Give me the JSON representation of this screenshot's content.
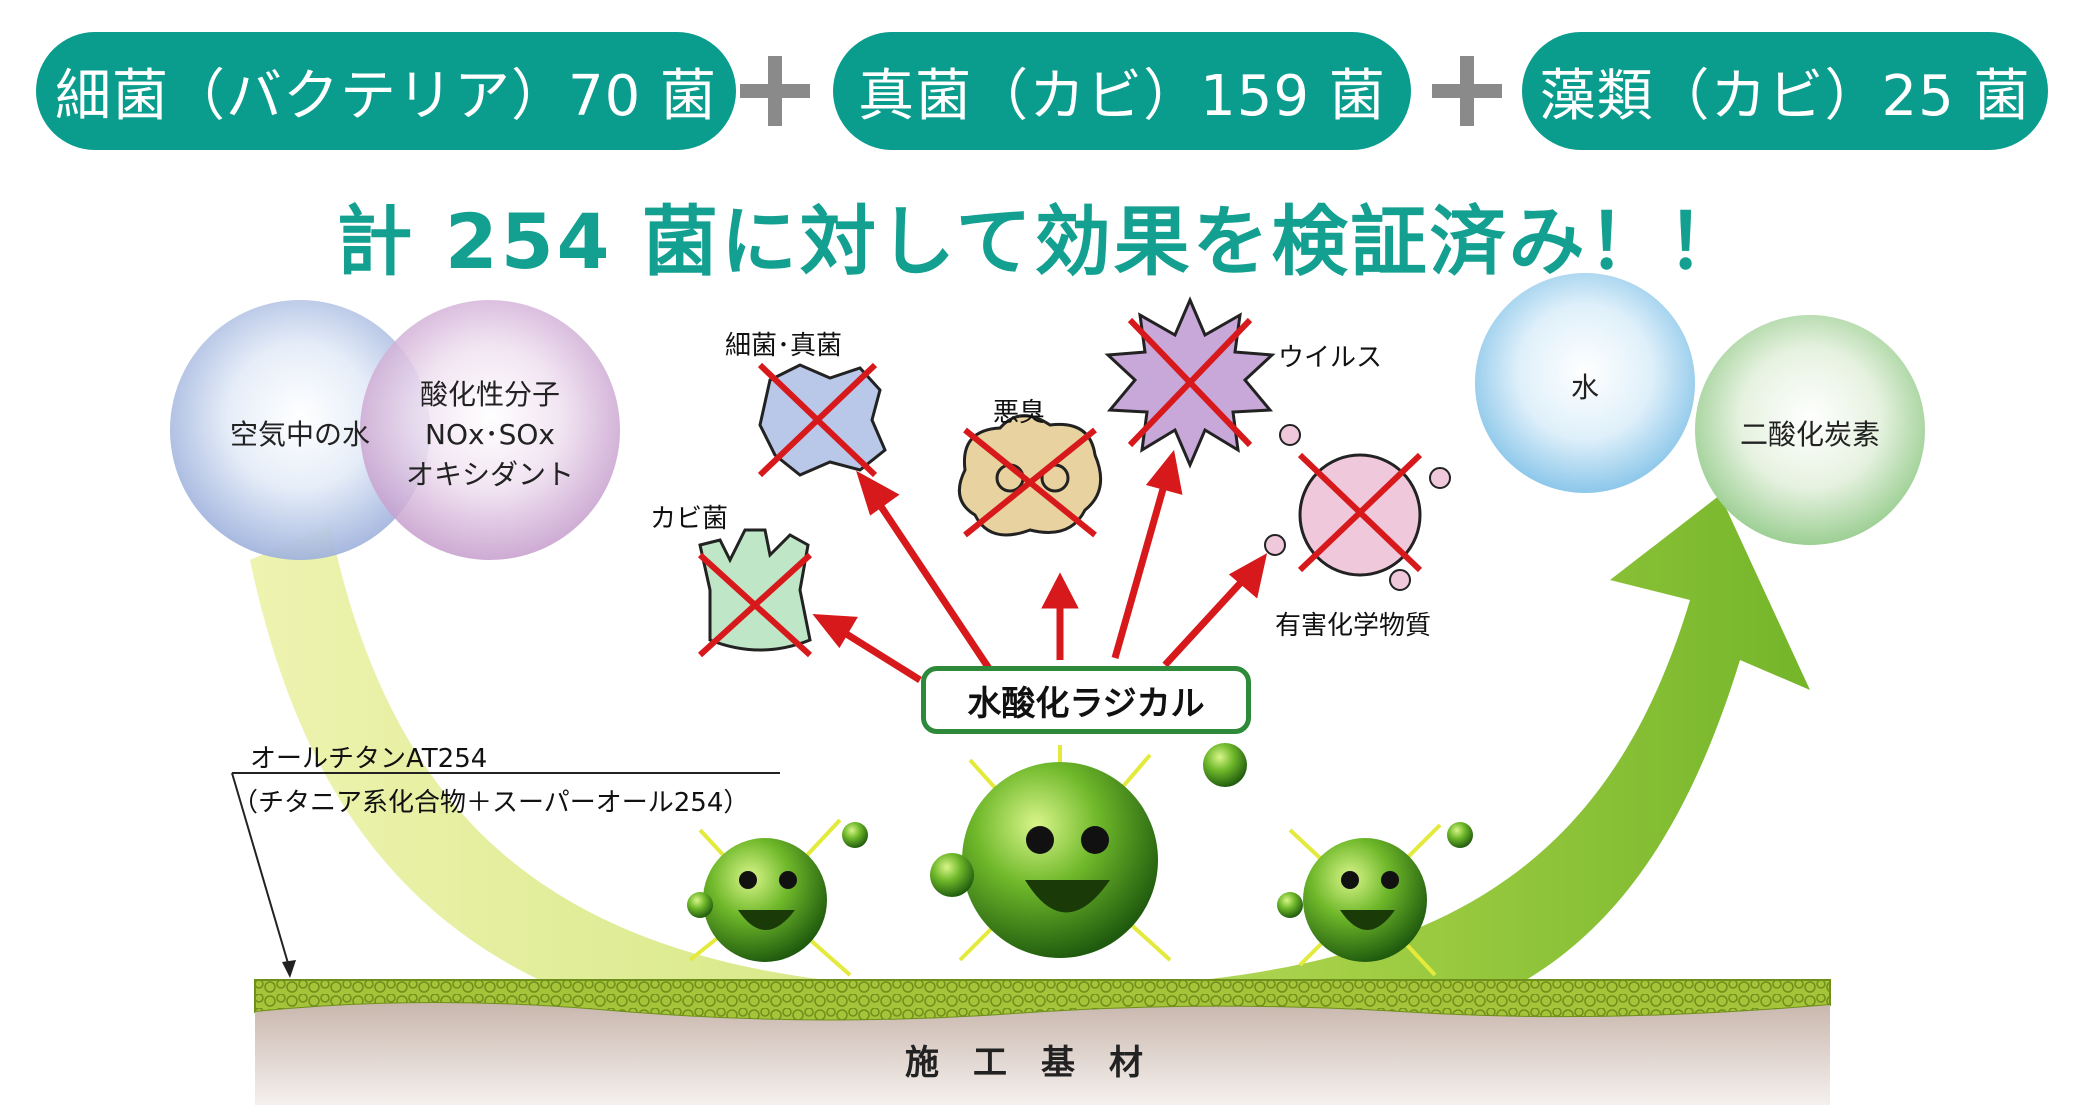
{
  "pills": {
    "bacteria": "細菌（バクテリア）70 菌",
    "fungi": "真菌（カビ）159 菌",
    "algae": "藻類（カビ）25 菌"
  },
  "headline": "計 254 菌に対して効果を検証済み！！",
  "inputs": {
    "water_in_air": "空気中の水",
    "oxidizing_molecules": [
      "酸化性分子",
      "NOx･SOx",
      "オキシダント"
    ]
  },
  "outputs": {
    "water": "水",
    "co2": "二酸化炭素"
  },
  "targets": {
    "bacteria_fungi": "細菌･真菌",
    "odor": "悪臭",
    "virus": "ウイルス",
    "mold": "カビ菌",
    "chemicals": "有害化学物質"
  },
  "radical": "水酸化ラジカル",
  "coating": {
    "name": "オールチタンAT254",
    "detail": "（チタニア系化合物＋スーパーオール254）"
  },
  "substrate": "施工基材",
  "colors": {
    "teal": "#0a9c8d",
    "arrow_red": "#d7191c",
    "green_arrow": "#7ab828",
    "radical_green": "#5aa01c"
  }
}
